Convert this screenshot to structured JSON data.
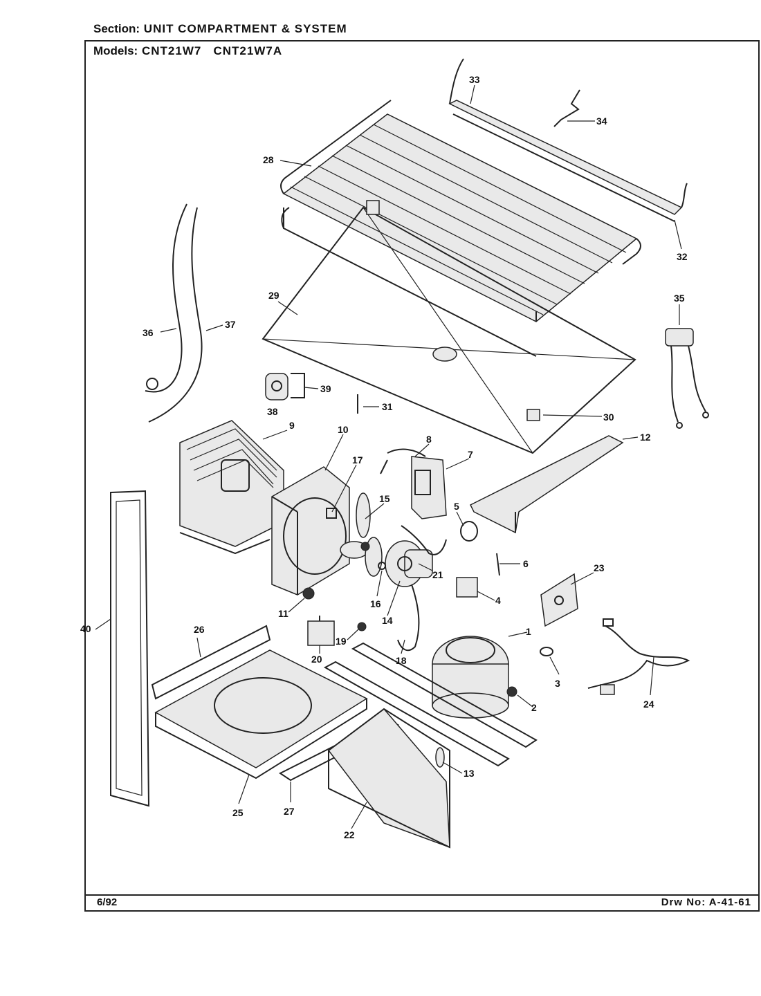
{
  "header": {
    "section_label": "Section:",
    "section_value": "UNIT COMPARTMENT & SYSTEM",
    "models_label": "Models:",
    "models_value": "CNT21W7   CNT21W7A"
  },
  "footer": {
    "date": "6/92",
    "drawing_number": "Drw No:  A-41-61"
  },
  "callouts": {
    "c1": "1",
    "c2": "2",
    "c3": "3",
    "c4": "4",
    "c5": "5",
    "c6": "6",
    "c7": "7",
    "c8": "8",
    "c9": "9",
    "c10": "10",
    "c11": "11",
    "c12": "12",
    "c13": "13",
    "c14": "14",
    "c15": "15",
    "c16": "16",
    "c17": "17",
    "c18": "18",
    "c19": "19",
    "c20": "20",
    "c21": "21",
    "c22": "22",
    "c23": "23",
    "c24": "24",
    "c25": "25",
    "c26": "26",
    "c27": "27",
    "c28": "28",
    "c29": "29",
    "c30": "30",
    "c31": "31",
    "c32": "32",
    "c33": "33",
    "c34": "34",
    "c35": "35",
    "c36": "36",
    "c37": "37",
    "c38": "38",
    "c39": "39",
    "c40": "40"
  }
}
